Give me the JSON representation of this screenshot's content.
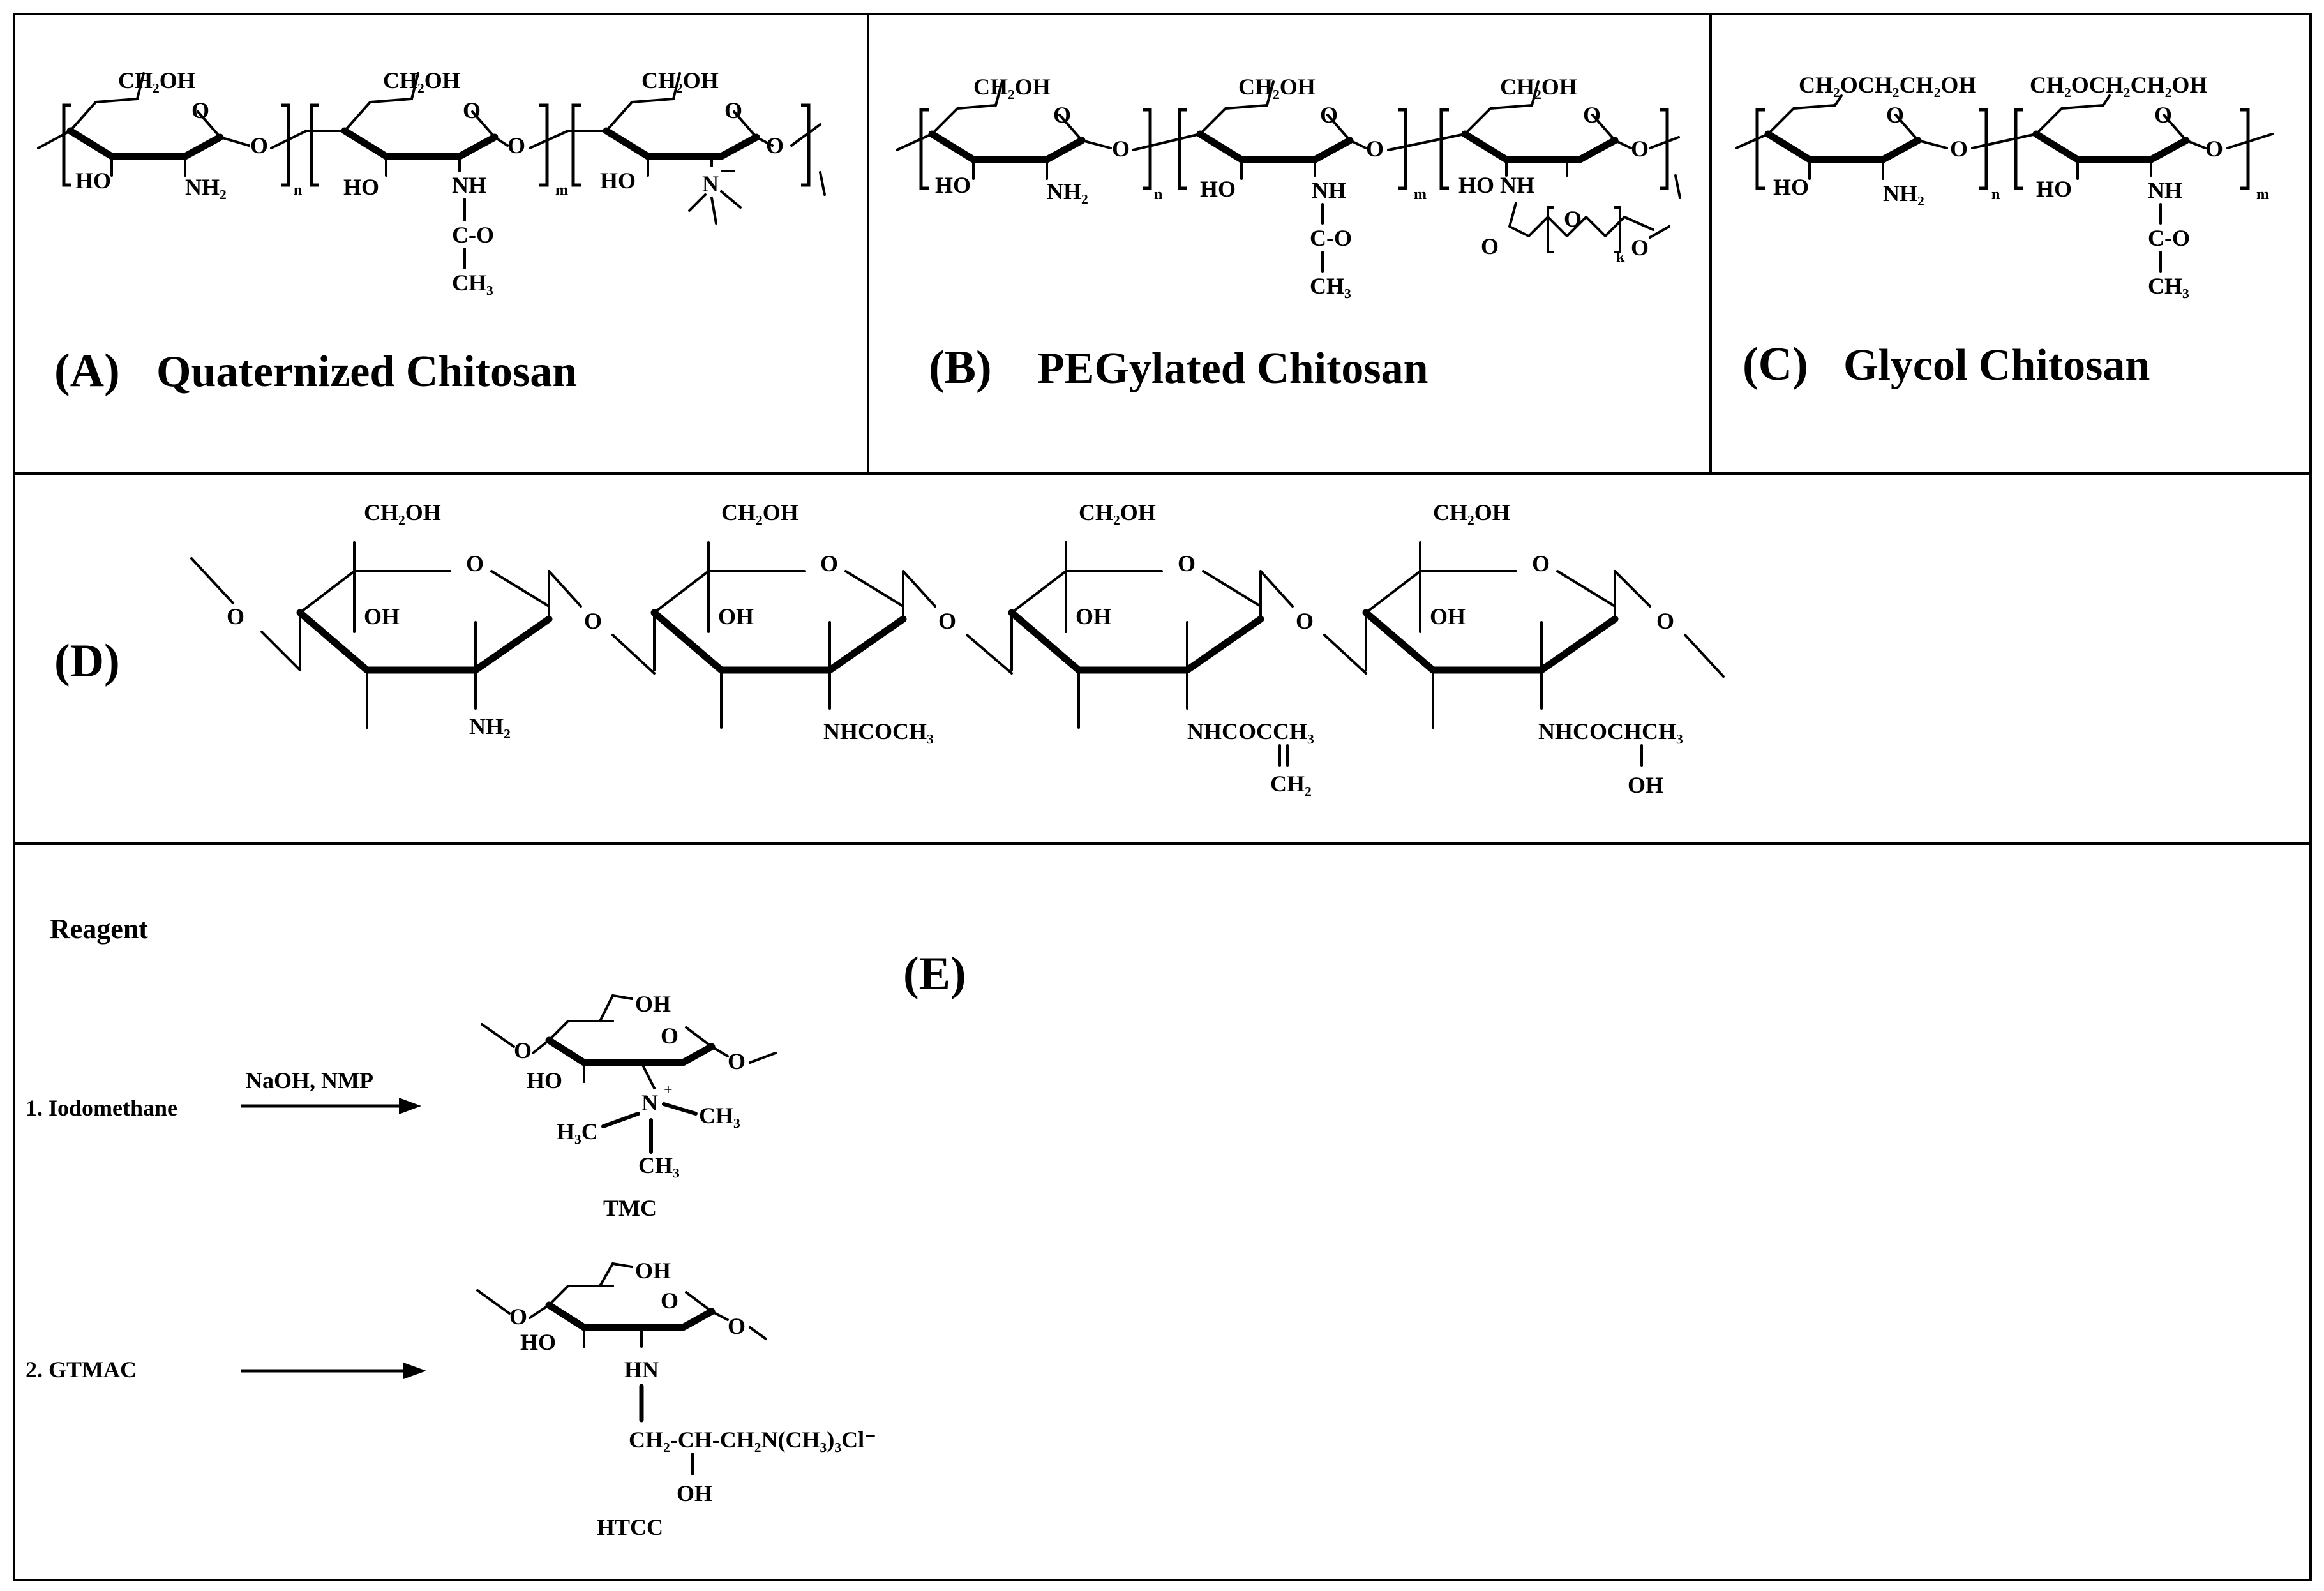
{
  "panels": {
    "a": {
      "letter": "(A)",
      "title": "Quaternized Chitosan"
    },
    "b": {
      "letter": "(B)",
      "title": "PEGylated Chitosan"
    },
    "c": {
      "letter": "(C)",
      "title": "Glycol Chitosan"
    },
    "d": {
      "letter": "(D)"
    },
    "e": {
      "letter": "(E)"
    }
  },
  "labels": {
    "ch2oh": "CH₂OH",
    "oxygen": "O",
    "ho": "HO",
    "oh": "OH",
    "nh2": "NH₂",
    "nh": "NH",
    "co": "C-O",
    "ch3": "CH₃",
    "n_plus": "N",
    "n": "n",
    "m": "m",
    "k": "k",
    "hoh_nh": "HO NH",
    "glycol_side": "CH₂OCH₂CH₂OH",
    "nhcoch3": "NHCOCH₃",
    "nhcocch3": "NHCOCCH₃",
    "ch2_eq": "CH₂",
    "nhcochch3": "NHCOCHCH₃",
    "dbl": "||"
  },
  "reagents": {
    "heading": "Reagent",
    "r1": "1. Iodomethane",
    "r1_conditions": "NaOH, NMP",
    "r2": "2. GTMAC",
    "tmc": "TMC",
    "htcc": "HTCC",
    "h3c": "H₃C",
    "hn": "HN",
    "htcc_chain": "CH₂-CH-CH₂N(CH₃)₃Cl⁻"
  }
}
